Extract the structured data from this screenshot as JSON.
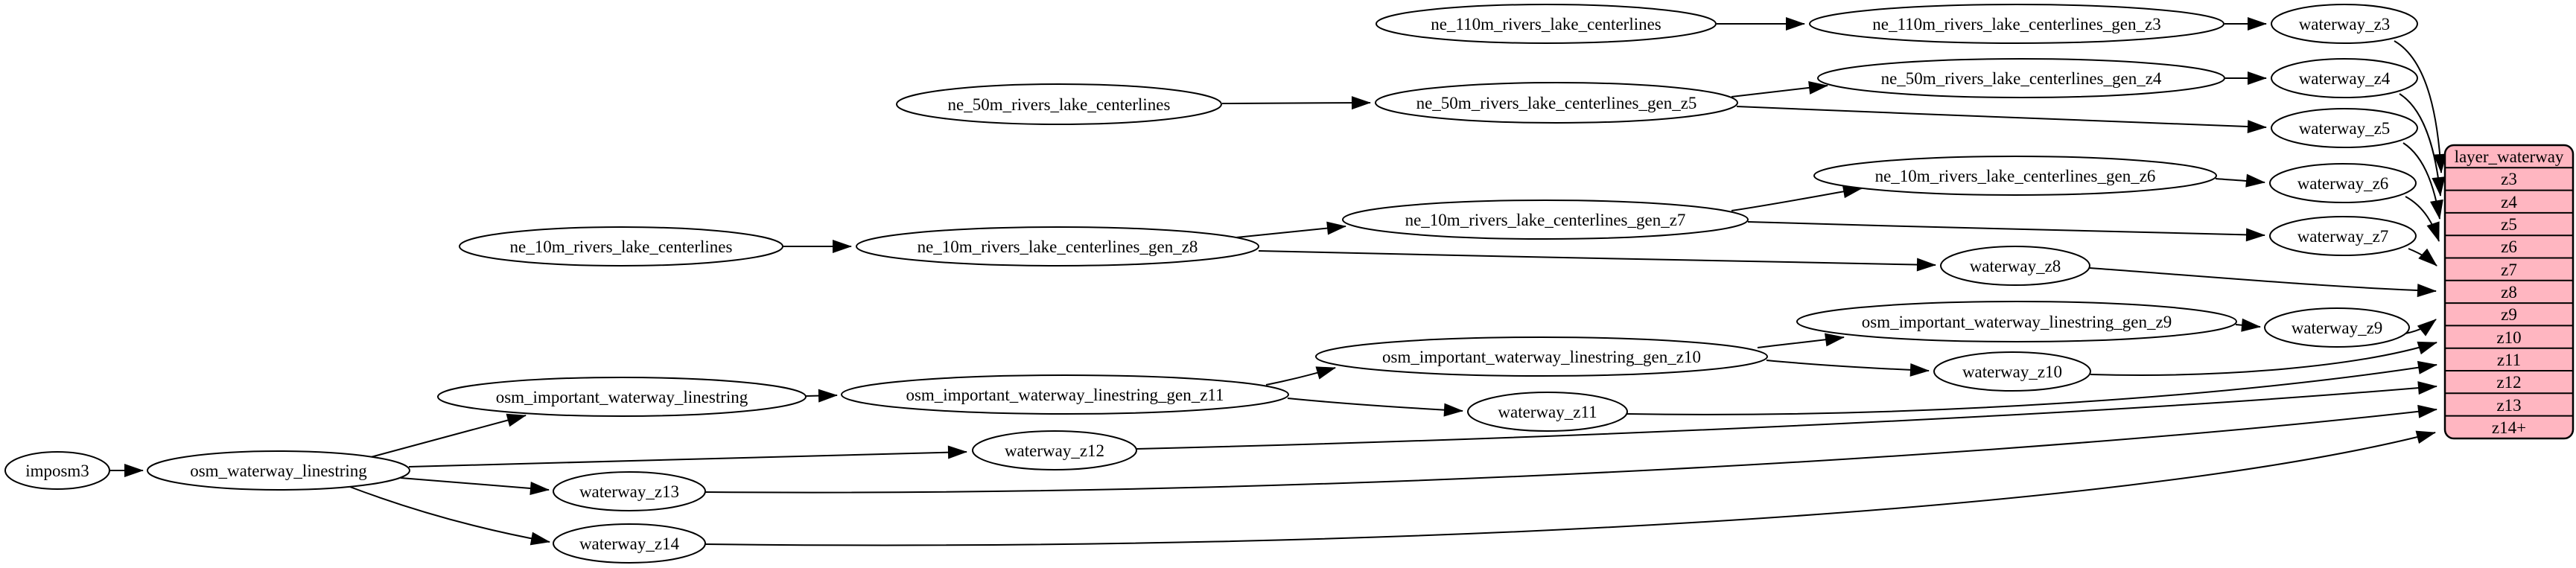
{
  "diagram": {
    "type": "etl-dependency-graph",
    "colors": {
      "background": "#ffffff",
      "node_fill": "#ffffff",
      "node_border": "#000000",
      "edge": "#000000",
      "record_fill": "#ffb6c1",
      "record_border": "#000000",
      "text": "#000000"
    }
  },
  "nodes": [
    {
      "id": "imposm3",
      "label": "imposm3"
    },
    {
      "id": "osm_waterway_linestring",
      "label": "osm_waterway_linestring"
    },
    {
      "id": "osm_important_waterway_linestring",
      "label": "osm_important_waterway_linestring"
    },
    {
      "id": "osm_important_waterway_linestring_gen_z11",
      "label": "osm_important_waterway_linestring_gen_z11"
    },
    {
      "id": "osm_important_waterway_linestring_gen_z10",
      "label": "osm_important_waterway_linestring_gen_z10"
    },
    {
      "id": "osm_important_waterway_linestring_gen_z9",
      "label": "osm_important_waterway_linestring_gen_z9"
    },
    {
      "id": "ne_110m_rivers_lake_centerlines",
      "label": "ne_110m_rivers_lake_centerlines"
    },
    {
      "id": "ne_110m_rivers_lake_centerlines_gen_z3",
      "label": "ne_110m_rivers_lake_centerlines_gen_z3"
    },
    {
      "id": "ne_50m_rivers_lake_centerlines",
      "label": "ne_50m_rivers_lake_centerlines"
    },
    {
      "id": "ne_50m_rivers_lake_centerlines_gen_z5",
      "label": "ne_50m_rivers_lake_centerlines_gen_z5"
    },
    {
      "id": "ne_50m_rivers_lake_centerlines_gen_z4",
      "label": "ne_50m_rivers_lake_centerlines_gen_z4"
    },
    {
      "id": "ne_10m_rivers_lake_centerlines",
      "label": "ne_10m_rivers_lake_centerlines"
    },
    {
      "id": "ne_10m_rivers_lake_centerlines_gen_z8",
      "label": "ne_10m_rivers_lake_centerlines_gen_z8"
    },
    {
      "id": "ne_10m_rivers_lake_centerlines_gen_z7",
      "label": "ne_10m_rivers_lake_centerlines_gen_z7"
    },
    {
      "id": "ne_10m_rivers_lake_centerlines_gen_z6",
      "label": "ne_10m_rivers_lake_centerlines_gen_z6"
    },
    {
      "id": "waterway_z3",
      "label": "waterway_z3"
    },
    {
      "id": "waterway_z4",
      "label": "waterway_z4"
    },
    {
      "id": "waterway_z5",
      "label": "waterway_z5"
    },
    {
      "id": "waterway_z6",
      "label": "waterway_z6"
    },
    {
      "id": "waterway_z7",
      "label": "waterway_z7"
    },
    {
      "id": "waterway_z8",
      "label": "waterway_z8"
    },
    {
      "id": "waterway_z9",
      "label": "waterway_z9"
    },
    {
      "id": "waterway_z10",
      "label": "waterway_z10"
    },
    {
      "id": "waterway_z11",
      "label": "waterway_z11"
    },
    {
      "id": "waterway_z12",
      "label": "waterway_z12"
    },
    {
      "id": "waterway_z13",
      "label": "waterway_z13"
    },
    {
      "id": "waterway_z14",
      "label": "waterway_z14"
    }
  ],
  "record": {
    "title": "layer_waterway",
    "rows": [
      "z3",
      "z4",
      "z5",
      "z6",
      "z7",
      "z8",
      "z9",
      "z10",
      "z11",
      "z12",
      "z13",
      "z14+"
    ]
  },
  "edges": [
    {
      "from": "imposm3",
      "to": "osm_waterway_linestring"
    },
    {
      "from": "osm_waterway_linestring",
      "to": "osm_important_waterway_linestring"
    },
    {
      "from": "osm_waterway_linestring",
      "to": "waterway_z12"
    },
    {
      "from": "osm_waterway_linestring",
      "to": "waterway_z13"
    },
    {
      "from": "osm_waterway_linestring",
      "to": "waterway_z14"
    },
    {
      "from": "osm_important_waterway_linestring",
      "to": "osm_important_waterway_linestring_gen_z11"
    },
    {
      "from": "osm_important_waterway_linestring_gen_z11",
      "to": "osm_important_waterway_linestring_gen_z10"
    },
    {
      "from": "osm_important_waterway_linestring_gen_z11",
      "to": "waterway_z11"
    },
    {
      "from": "osm_important_waterway_linestring_gen_z10",
      "to": "osm_important_waterway_linestring_gen_z9"
    },
    {
      "from": "osm_important_waterway_linestring_gen_z10",
      "to": "waterway_z10"
    },
    {
      "from": "osm_important_waterway_linestring_gen_z9",
      "to": "waterway_z9"
    },
    {
      "from": "ne_110m_rivers_lake_centerlines",
      "to": "ne_110m_rivers_lake_centerlines_gen_z3"
    },
    {
      "from": "ne_110m_rivers_lake_centerlines_gen_z3",
      "to": "waterway_z3"
    },
    {
      "from": "ne_50m_rivers_lake_centerlines",
      "to": "ne_50m_rivers_lake_centerlines_gen_z5"
    },
    {
      "from": "ne_50m_rivers_lake_centerlines_gen_z5",
      "to": "ne_50m_rivers_lake_centerlines_gen_z4"
    },
    {
      "from": "ne_50m_rivers_lake_centerlines_gen_z5",
      "to": "waterway_z5"
    },
    {
      "from": "ne_50m_rivers_lake_centerlines_gen_z4",
      "to": "waterway_z4"
    },
    {
      "from": "ne_10m_rivers_lake_centerlines",
      "to": "ne_10m_rivers_lake_centerlines_gen_z8"
    },
    {
      "from": "ne_10m_rivers_lake_centerlines_gen_z8",
      "to": "ne_10m_rivers_lake_centerlines_gen_z7"
    },
    {
      "from": "ne_10m_rivers_lake_centerlines_gen_z8",
      "to": "waterway_z8"
    },
    {
      "from": "ne_10m_rivers_lake_centerlines_gen_z7",
      "to": "ne_10m_rivers_lake_centerlines_gen_z6"
    },
    {
      "from": "ne_10m_rivers_lake_centerlines_gen_z7",
      "to": "waterway_z7"
    },
    {
      "from": "ne_10m_rivers_lake_centerlines_gen_z6",
      "to": "waterway_z6"
    },
    {
      "from": "waterway_z3",
      "to": "layer_waterway:z3"
    },
    {
      "from": "waterway_z4",
      "to": "layer_waterway:z4"
    },
    {
      "from": "waterway_z5",
      "to": "layer_waterway:z5"
    },
    {
      "from": "waterway_z6",
      "to": "layer_waterway:z6"
    },
    {
      "from": "waterway_z7",
      "to": "layer_waterway:z7"
    },
    {
      "from": "waterway_z8",
      "to": "layer_waterway:z8"
    },
    {
      "from": "waterway_z9",
      "to": "layer_waterway:z9"
    },
    {
      "from": "waterway_z10",
      "to": "layer_waterway:z10"
    },
    {
      "from": "waterway_z11",
      "to": "layer_waterway:z11"
    },
    {
      "from": "waterway_z12",
      "to": "layer_waterway:z12"
    },
    {
      "from": "waterway_z13",
      "to": "layer_waterway:z13"
    },
    {
      "from": "waterway_z14",
      "to": "layer_waterway:z14+"
    }
  ]
}
